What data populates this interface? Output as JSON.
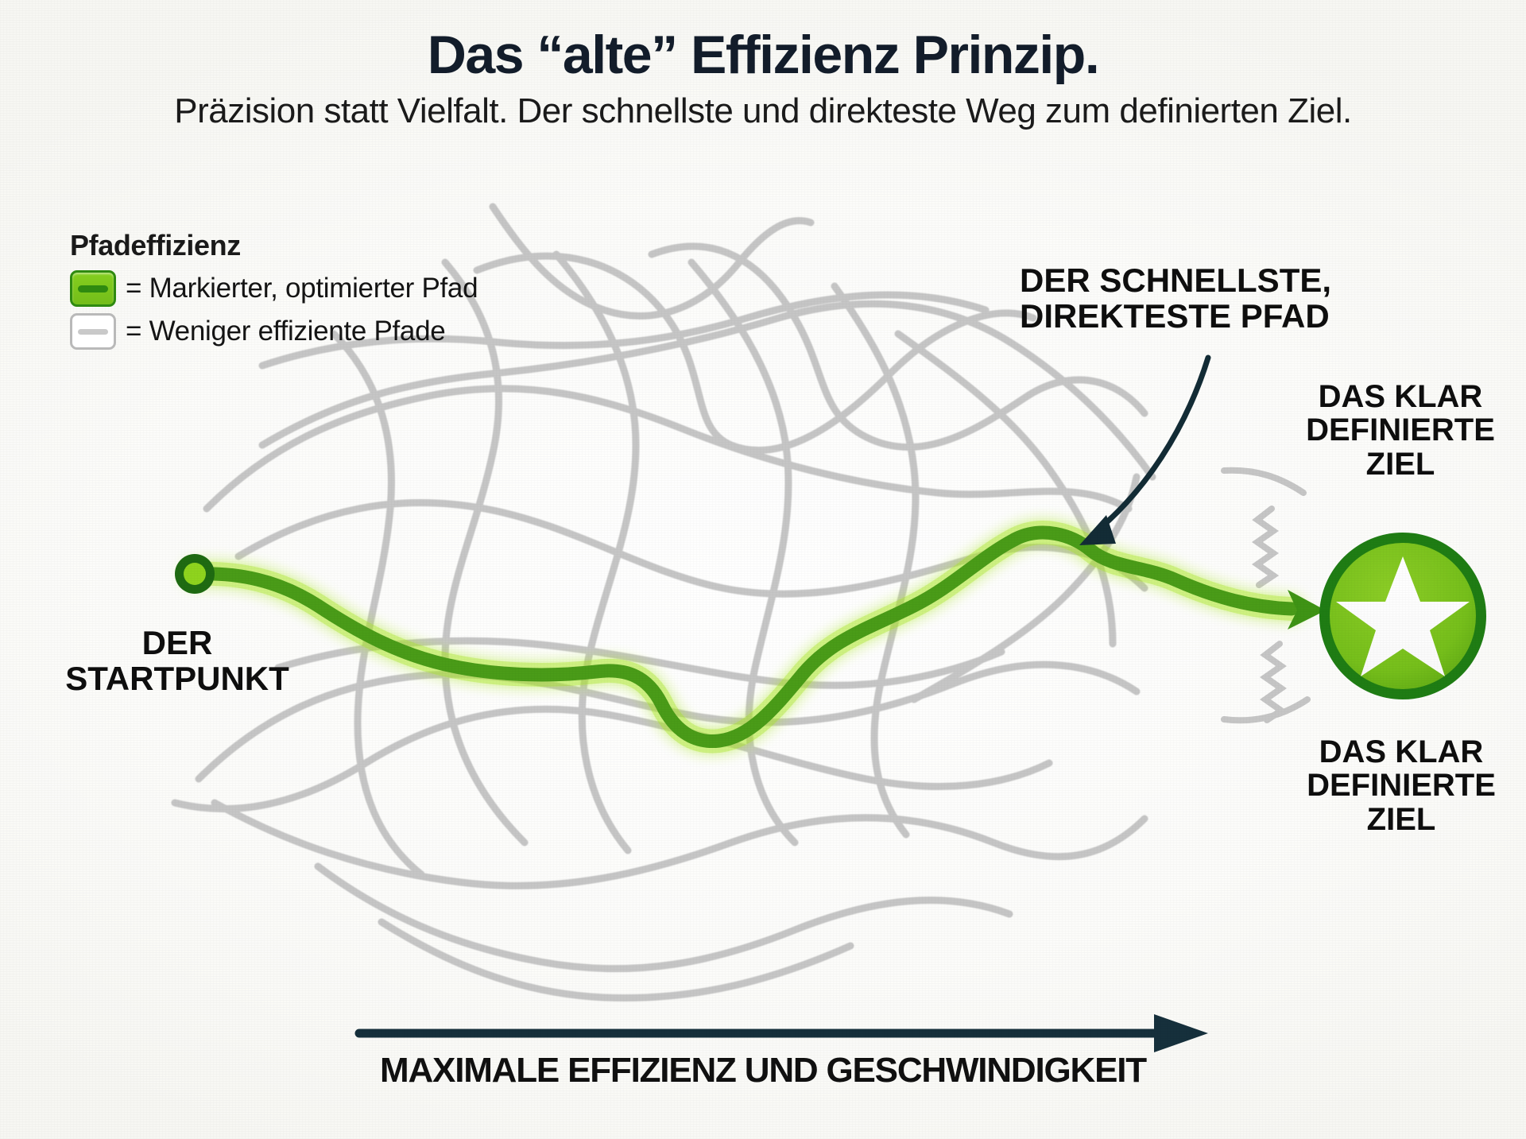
{
  "header": {
    "title": "Das “alte” Effizienz Prinzip.",
    "subtitle": "Präzision statt Vielfalt. Der schnellste und direkteste Weg zum definierten Ziel."
  },
  "legend": {
    "title": "Pfadeffizienz",
    "items": [
      {
        "swatch": "green-dash-swatch",
        "label": "= Markierter, optimierter Pfad",
        "color": "#7cc61c"
      },
      {
        "swatch": "grey-dash-swatch",
        "label": "= Weniger effiziente Pfade",
        "color": "#c9c9c9"
      }
    ]
  },
  "annotations": {
    "fastest_path": "DER SCHNELLSTE,\nDIREKTESTE PFAD",
    "goal_top": "DAS KLAR\nDEFINIERTE\nZIEL",
    "goal_bottom": "DAS KLAR\nDEFINIERTE\nZIEL",
    "start_point": "DER\nSTARTPUNKT"
  },
  "axis": {
    "label": "MAXIMALE EFFIZIENZ UND GESCHWINDIGKEIT",
    "arrow_color": "#16303c"
  },
  "colors": {
    "optimized_path": "#4a9c18",
    "optimized_path_glow": "#a8e81f",
    "inefficient_path": "#c6c6c6",
    "target_fill": "#76bf1b",
    "target_ring": "#1f7d14",
    "star_fill": "#ffffff",
    "start_dot_ring": "#1f6b12",
    "start_dot_core": "#8fd41e",
    "title_color": "#131d2b",
    "background": "#fdfdfb"
  },
  "chart_data": {
    "type": "line",
    "title": "Das “alte” Effizienz Prinzip.",
    "subtitle": "Präzision statt Vielfalt. Der schnellste und direkteste Weg zum definierten Ziel.",
    "xlabel": "MAXIMALE EFFIZIENZ UND GESCHWINDIGKEIT",
    "ylabel": "",
    "grid": false,
    "legend_position": "top-left",
    "legend": [
      "= Markierter, optimierter Pfad",
      "= Weniger effiziente Pfade"
    ],
    "annotations": [
      {
        "text": "DER STARTPUNKT",
        "x": 240,
        "y": 730
      },
      {
        "text": "DER SCHNELLSTE, DIREKTESTE PFAD",
        "x": 1400,
        "y": 360
      },
      {
        "text": "DAS KLAR DEFINIERTE ZIEL",
        "x": 1760,
        "y": 545
      },
      {
        "text": "DAS KLAR DEFINIERTE ZIEL",
        "x": 1760,
        "y": 985
      }
    ],
    "series": [
      {
        "name": "Markierter, optimierter Pfad",
        "color": "#4a9c18",
        "highlight": true,
        "points": [
          [
            245,
            722
          ],
          [
            330,
            727
          ],
          [
            400,
            760
          ],
          [
            470,
            810
          ],
          [
            545,
            835
          ],
          [
            620,
            845
          ],
          [
            700,
            848
          ],
          [
            760,
            842
          ],
          [
            820,
            855
          ],
          [
            845,
            900
          ],
          [
            870,
            930
          ],
          [
            930,
            925
          ],
          [
            975,
            880
          ],
          [
            1025,
            830
          ],
          [
            1090,
            800
          ],
          [
            1160,
            760
          ],
          [
            1215,
            700
          ],
          [
            1270,
            675
          ],
          [
            1320,
            672
          ],
          [
            1360,
            690
          ],
          [
            1420,
            700
          ],
          [
            1480,
            730
          ],
          [
            1560,
            760
          ],
          [
            1620,
            765
          ]
        ]
      },
      {
        "name": "Weniger effiziente Pfade",
        "color": "#c6c6c6",
        "highlight": false,
        "count": 16
      }
    ]
  }
}
